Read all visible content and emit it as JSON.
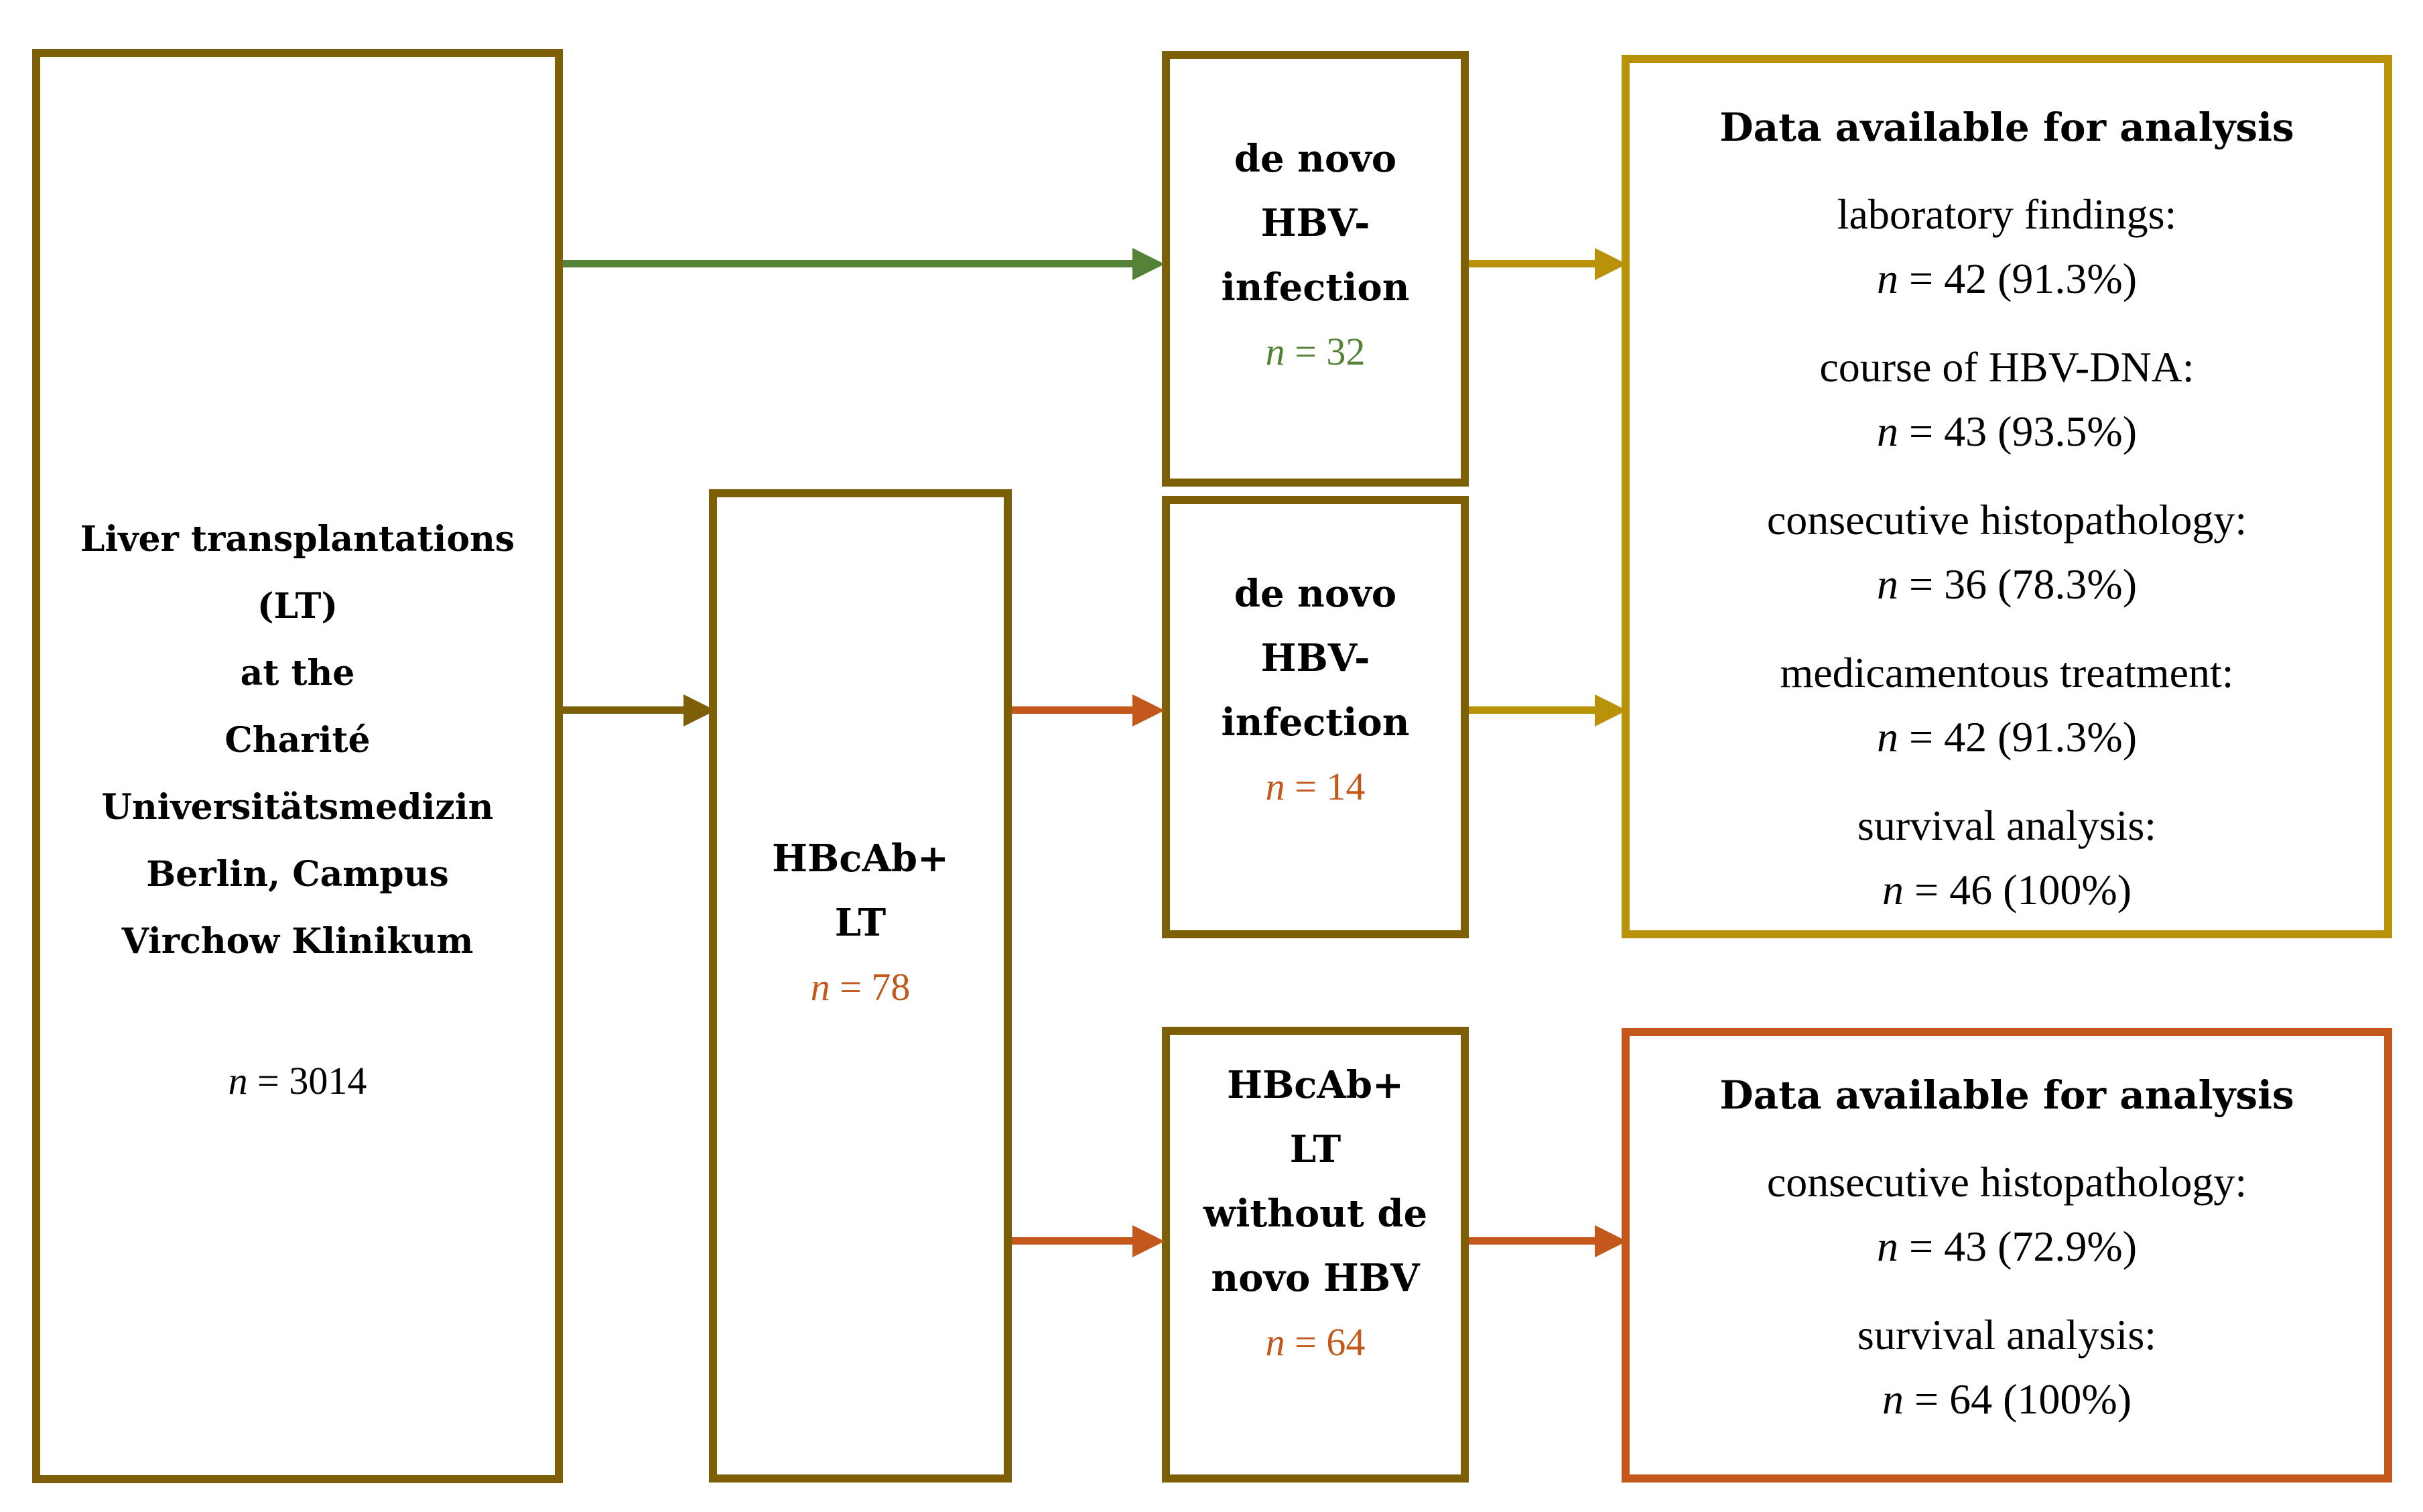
{
  "figure": {
    "type": "study-flow-diagram",
    "background": "#FFFFFF"
  },
  "colors": {
    "olive_border": "#7D5F07",
    "gold_border": "#B8930A",
    "orange": "#C2581B",
    "green": "#548237",
    "text": "#000000"
  },
  "boxes": {
    "lt": {
      "lines": [
        "Liver transplantations",
        "(LT)",
        "at the",
        "Charité",
        "Universitätsmedizin",
        "Berlin, Campus",
        "Virchow Klinikum"
      ],
      "n": {
        "sym": "n",
        "rest": " = 3014"
      }
    },
    "hbcab_lt": {
      "lines": [
        "HBcAb+",
        "LT"
      ],
      "n": {
        "sym": "n",
        "rest": " = 78"
      }
    },
    "denovo_top": {
      "lines": [
        "de novo",
        "HBV-",
        "infection"
      ],
      "n": {
        "sym": "n",
        "rest": " = 32"
      }
    },
    "denovo_mid": {
      "lines": [
        "de novo",
        "HBV-",
        "infection"
      ],
      "n": {
        "sym": "n",
        "rest": " = 14"
      }
    },
    "without_denovo": {
      "lines": [
        "HBcAb+",
        "LT",
        "without de",
        "novo HBV"
      ],
      "n": {
        "sym": "n",
        "rest": " = 64"
      }
    },
    "data_top": {
      "title": "Data available for analysis",
      "items": [
        {
          "label": "laboratory findings:",
          "sym": "n",
          "value": " = 42 (91.3%)"
        },
        {
          "label": "course of HBV-DNA:",
          "sym": "n",
          "value": " = 43 (93.5%)"
        },
        {
          "label": "consecutive histopathology:",
          "sym": "n",
          "value": " = 36 (78.3%)"
        },
        {
          "label": "medicamentous treatment:",
          "sym": "n",
          "value": " = 42 (91.3%)"
        },
        {
          "label": "survival analysis:",
          "sym": "n",
          "value": " = 46 (100%)"
        }
      ]
    },
    "data_bottom": {
      "title": "Data available for analysis",
      "items": [
        {
          "label": "consecutive histopathology:",
          "sym": "n",
          "value": " = 43 (72.9%)"
        },
        {
          "label": "survival analysis:",
          "sym": "n",
          "value": " = 64 (100%)"
        }
      ]
    }
  }
}
